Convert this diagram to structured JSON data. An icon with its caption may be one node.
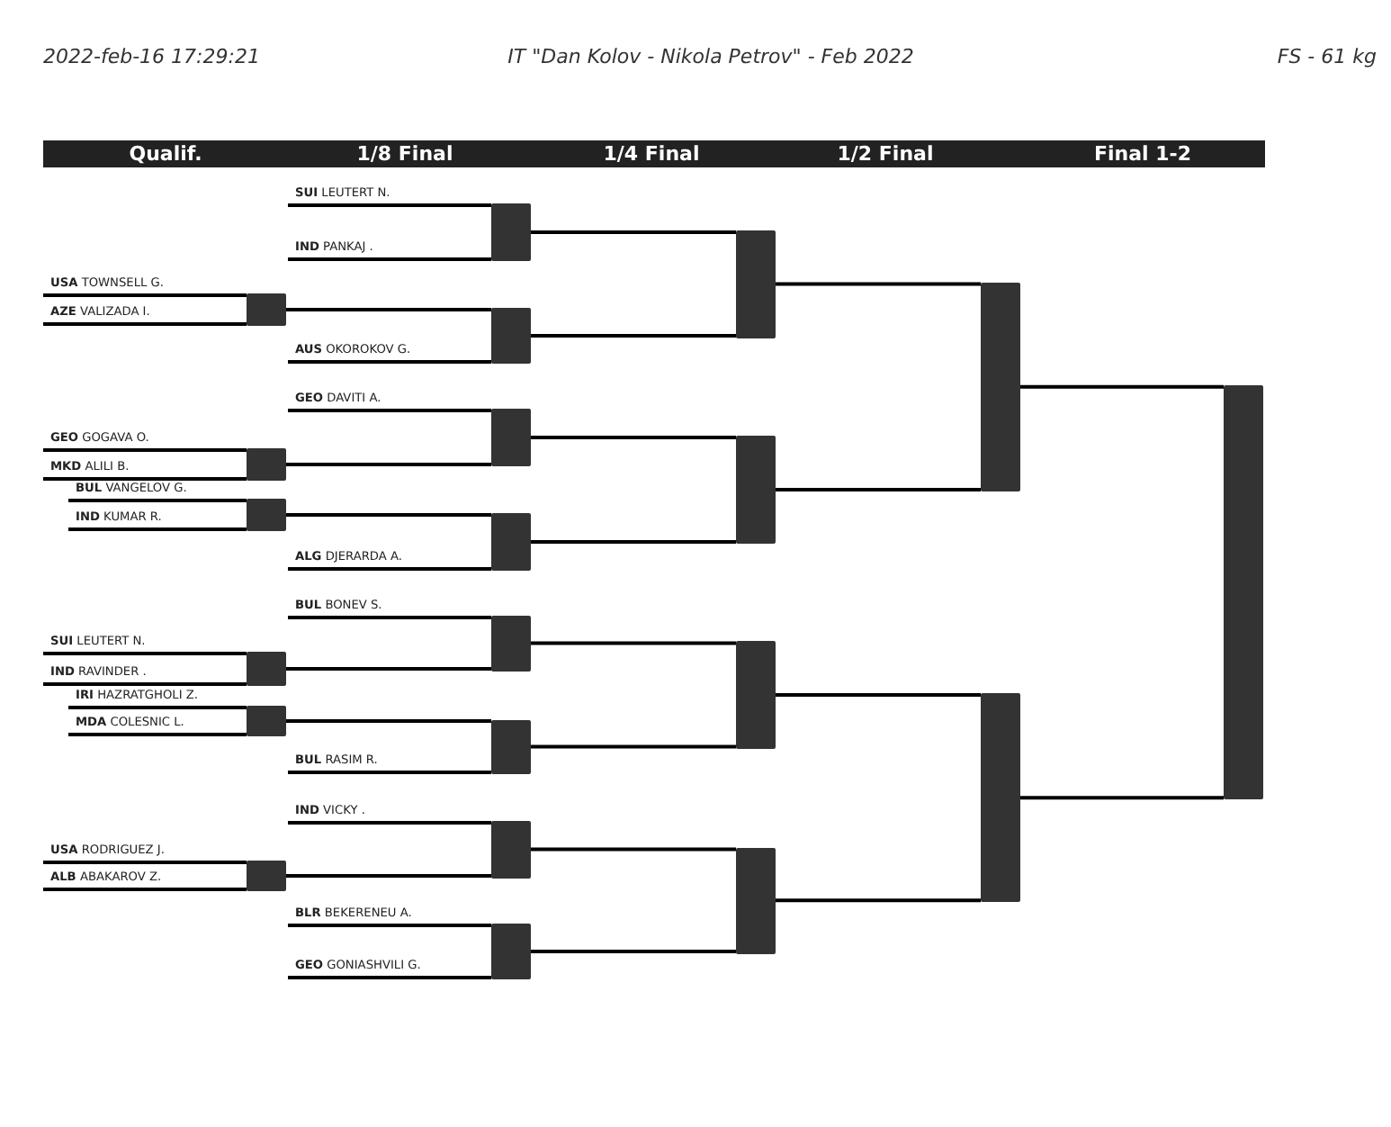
{
  "diagram": {
    "title": "IT \"Dan Kolov - Nikola Petrov\" - Feb 2022",
    "nodes": [
      {
        "text": [
          "**SUI** LEUTERT N."
        ]
      },
      {
        "text": [
          "**IND** PANKAJ ."
        ]
      },
      {
        "text": [
          "**USA** TOWNSELL G."
        ]
      },
      {
        "text": [
          "**AZE** VALIZADA I."
        ]
      },
      {
        "text": [
          "**AUS** OKOROKOV G."
        ]
      },
      {
        "text": [
          "**GEO** DAVITI A."
        ]
      },
      {
        "text": [
          "**GEO** GOGAVA O."
        ]
      },
      {
        "text": [
          "**MKD** ALILI B."
        ]
      },
      {
        "text": [
          "**BUL** VANGELOV G."
        ]
      },
      {
        "text": [
          "**IND** KUMAR R."
        ]
      },
      {
        "text": [
          "**ALG** DJERARDA A."
        ]
      },
      {
        "text": [
          "**BUL** BONEV S."
        ]
      },
      {
        "text": [
          "**SUI** LEUTERT N."
        ]
      },
      {
        "text": [
          "**IND** RAVINDER ."
        ]
      },
      {
        "text": [
          "**IRI** HAZRATGHOLI Z."
        ]
      },
      {
        "text": [
          "**MDA** COLESNIC L."
        ]
      },
      {
        "text": [
          "**BUL** RASIM R."
        ]
      },
      {
        "text": [
          "**IND** VICKY ."
        ]
      },
      {
        "text": [
          "**USA** RODRIGUEZ J."
        ]
      },
      {
        "text": [
          "**ALB** ABAKAROV Z."
        ]
      },
      {
        "text": [
          "**BLR** BEKERENEU A."
        ]
      },
      {
        "text": [
          "**GEO** GONIASHVILI G."
        ]
      },
      {
        "text": [],
        "shape": "bar"
      },
      {
        "text": [],
        "shape": "bar"
      },
      {
        "text": [],
        "shape": "bar"
      },
      {
        "text": [],
        "shape": "bar"
      },
      {
        "text": [],
        "shape": "bar"
      },
      {
        "text": [],
        "shape": "bar"
      },
      {
        "text": [],
        "shape": "bar"
      },
      {
        "text": [],
        "shape": "bar"
      },
      {
        "text": [],
        "shape": "bar"
      },
      {
        "text": [],
        "shape": "bar"
      },
      {
        "text": [],
        "shape": "bar"
      },
      {
        "text": [],
        "shape": "bar"
      },
      {
        "text": [],
        "shape": "bar"
      },
      {
        "text": [],
        "shape": "bar"
      },
      {
        "text": [],
        "shape": "bar"
      },
      {
        "text": [],
        "shape": "bar"
      },
      {
        "text": [],
        "shape": "bar"
      },
      {
        "text": [],
        "shape": "bar"
      },
      {
        "text": [],
        "shape": "bar"
      },
      {
        "text": [],
        "shape": "bar"
      },
      {
        "text": [],
        "shape": "bar"
      }
    ],
    "edges": [
      {
        "from": 0,
        "to": 28,
        "arrow": "none"
      },
      {
        "from": 1,
        "to": 28,
        "arrow": "none"
      },
      {
        "from": 2,
        "to": 22,
        "arrow": "none"
      },
      {
        "from": 3,
        "to": 22,
        "arrow": "none"
      },
      {
        "from": 4,
        "to": 29,
        "arrow": "none"
      },
      {
        "from": 5,
        "to": 30,
        "arrow": "none"
      },
      {
        "from": 6,
        "to": 23,
        "arrow": "none"
      },
      {
        "from": 7,
        "to": 23,
        "arrow": "none"
      },
      {
        "from": 8,
        "to": 24,
        "arrow": "none"
      },
      {
        "from": 9,
        "to": 24,
        "arrow": "none"
      },
      {
        "from": 10,
        "to": 31,
        "arrow": "none"
      },
      {
        "from": 11,
        "to": 32,
        "arrow": "none"
      },
      {
        "from": 12,
        "to": 25,
        "arrow": "none"
      },
      {
        "from": 13,
        "to": 25,
        "arrow": "none"
      },
      {
        "from": 14,
        "to": 26,
        "arrow": "none"
      },
      {
        "from": 15,
        "to": 26,
        "arrow": "none"
      },
      {
        "from": 16,
        "to": 33,
        "arrow": "none"
      },
      {
        "from": 17,
        "to": 34,
        "arrow": "none"
      },
      {
        "from": 18,
        "to": 27,
        "arrow": "none"
      },
      {
        "from": 19,
        "to": 27,
        "arrow": "none"
      },
      {
        "from": 20,
        "to": 35,
        "arrow": "none"
      },
      {
        "from": 21,
        "to": 35,
        "arrow": "none"
      },
      {
        "from": 22,
        "to": 29,
        "arrow": "none"
      },
      {
        "from": 23,
        "to": 30,
        "arrow": "none"
      },
      {
        "from": 24,
        "to": 31,
        "arrow": "none"
      },
      {
        "from": 25,
        "to": 32,
        "arrow": "none"
      },
      {
        "from": 26,
        "to": 33,
        "arrow": "none"
      },
      {
        "from": 27,
        "to": 34,
        "arrow": "none"
      },
      {
        "from": 28,
        "to": 36,
        "arrow": "none"
      },
      {
        "from": 29,
        "to": 36,
        "arrow": "none"
      },
      {
        "from": 30,
        "to": 37,
        "arrow": "none"
      },
      {
        "from": 31,
        "to": 37,
        "arrow": "none"
      },
      {
        "from": 32,
        "to": 38,
        "arrow": "none"
      },
      {
        "from": 33,
        "to": 38,
        "arrow": "none"
      },
      {
        "from": 34,
        "to": 39,
        "arrow": "none"
      },
      {
        "from": 35,
        "to": 39,
        "arrow": "none"
      },
      {
        "from": 36,
        "to": 40,
        "arrow": "none"
      },
      {
        "from": 37,
        "to": 40,
        "arrow": "none"
      },
      {
        "from": 38,
        "to": 41,
        "arrow": "none"
      },
      {
        "from": 39,
        "to": 41,
        "arrow": "none"
      },
      {
        "from": 40,
        "to": 42,
        "arrow": "none"
      },
      {
        "from": 41,
        "to": 42,
        "arrow": "none"
      }
    ],
    "labels": [
      "2022-feb-16 17:29:21",
      "FS - 61 kg",
      "Qualif.",
      "1/8 Final",
      "1/4 Final",
      "1/2 Final",
      "Final 1-2"
    ]
  }
}
